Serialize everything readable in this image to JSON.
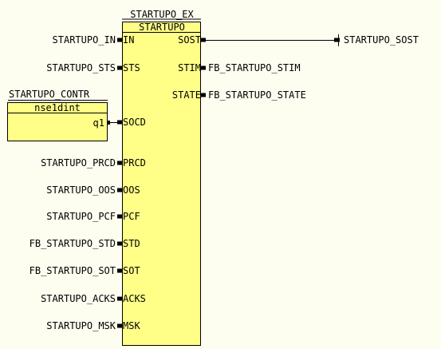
{
  "colors": {
    "background": "#fdfdf0",
    "block_fill": "#ffff88",
    "line": "#000000",
    "text": "#000000"
  },
  "main_block": {
    "instance_name": "STARTUPO_EX",
    "type_name": "STARTUPO",
    "inputs": [
      {
        "pin": "IN",
        "signal": "STARTUPO_IN"
      },
      {
        "pin": "STS",
        "signal": "STARTUPO_STS"
      },
      {
        "pin": "SOCD",
        "signal": ""
      },
      {
        "pin": "PRCD",
        "signal": "STARTUPO_PRCD"
      },
      {
        "pin": "OOS",
        "signal": "STARTUPO_OOS"
      },
      {
        "pin": "PCF",
        "signal": "STARTUPO_PCF"
      },
      {
        "pin": "STD",
        "signal": "FB_STARTUPO_STD"
      },
      {
        "pin": "SOT",
        "signal": "FB_STARTUPO_SOT"
      },
      {
        "pin": "ACKS",
        "signal": "STARTUPO_ACKS"
      },
      {
        "pin": "MSK",
        "signal": "STARTUPO_MSK"
      }
    ],
    "outputs": [
      {
        "pin": "SOST",
        "signal": "STARTUPO_SOST"
      },
      {
        "pin": "STIM",
        "signal": "FB_STARTUPO_STIM"
      },
      {
        "pin": "STATE",
        "signal": "FB_STARTUPO_STATE"
      }
    ]
  },
  "contr_block": {
    "instance_name": "STARTUPO_CONTR",
    "type_name": "nse1dint",
    "output_pin": "q1"
  }
}
